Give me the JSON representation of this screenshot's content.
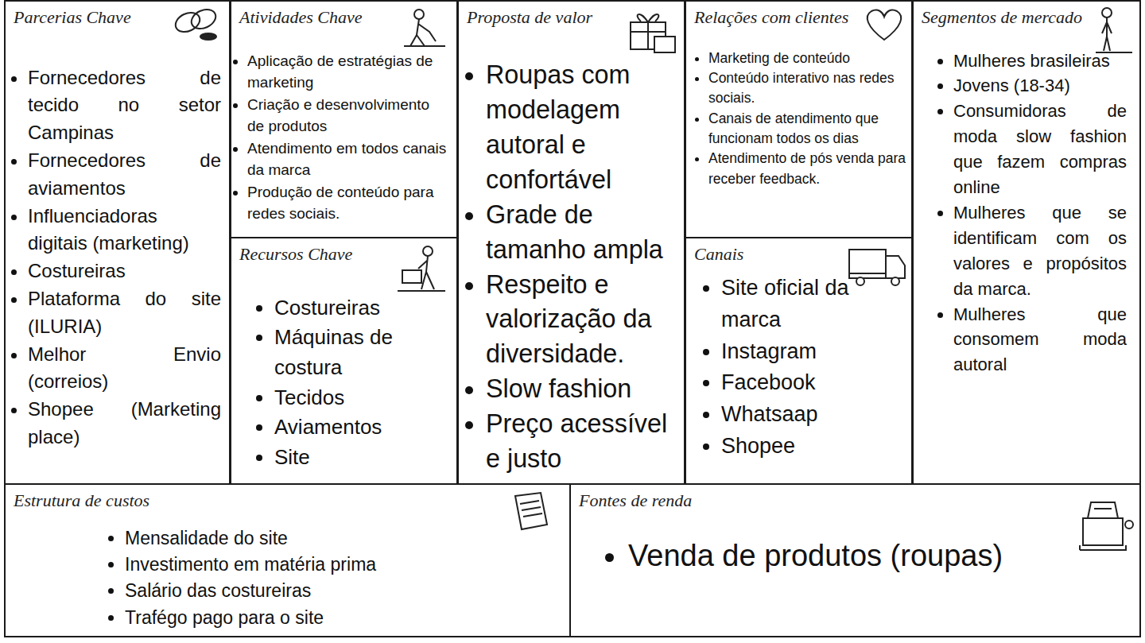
{
  "diagram": {
    "nodes": [
      {
        "text": [
          "Parcerias Chave",
          "Fornecedores de tecido no setor Campinas",
          "Fornecedores de aviamentos",
          "Influenciadoras digitais (marketing)",
          "Costureiras",
          "Plataforma do site (ILURIA)",
          "Melhor Envio (correios)",
          "Shopee (Marketing place)"
        ]
      },
      {
        "text": [
          "Atividades Chave",
          "Aplicação de estratégias de marketing",
          "Criação e desenvolvimento de produtos",
          "Atendimento em todos canais da marca",
          "Produção de conteúdo para redes sociais."
        ]
      },
      {
        "text": [
          "Recursos Chave",
          "Costureiras",
          "Máquinas de costura",
          "Tecidos",
          "Aviamentos",
          "Site"
        ]
      },
      {
        "text": [
          "Proposta de valor",
          "Roupas com modelagem autoral e confortável",
          "Grade de tamanho ampla",
          "Respeito e valorização da diversidade.",
          "Slow fashion",
          "Preço acessível e justo"
        ]
      },
      {
        "text": [
          "Relações com clientes",
          "Marketing de conteúdo",
          "Conteúdo interativo nas redes sociais.",
          "Canais de atendimento que funcionam todos os dias",
          "Atendimento de pós venda para receber feedback."
        ]
      },
      {
        "text": [
          "Canais",
          "Site oficial da marca",
          "Instagram",
          "Facebook",
          "Whatsaap",
          "Shopee"
        ]
      },
      {
        "text": [
          "Segmentos de mercado",
          "Mulheres brasileiras",
          "Jovens (18-34)",
          "Consumidoras de moda slow fashion que fazem compras online",
          "Mulheres que se identificam com os valores e propósitos da marca.",
          "Mulheres que consomem moda autoral"
        ]
      },
      {
        "text": [
          "Estrutura de custos",
          "Mensalidade do site",
          "Investimento em matéria prima",
          "Salário das costureiras",
          "Trafégo pago para o site"
        ]
      },
      {
        "text": [
          "Fontes de renda",
          "Venda de produtos (roupas)"
        ]
      }
    ]
  }
}
